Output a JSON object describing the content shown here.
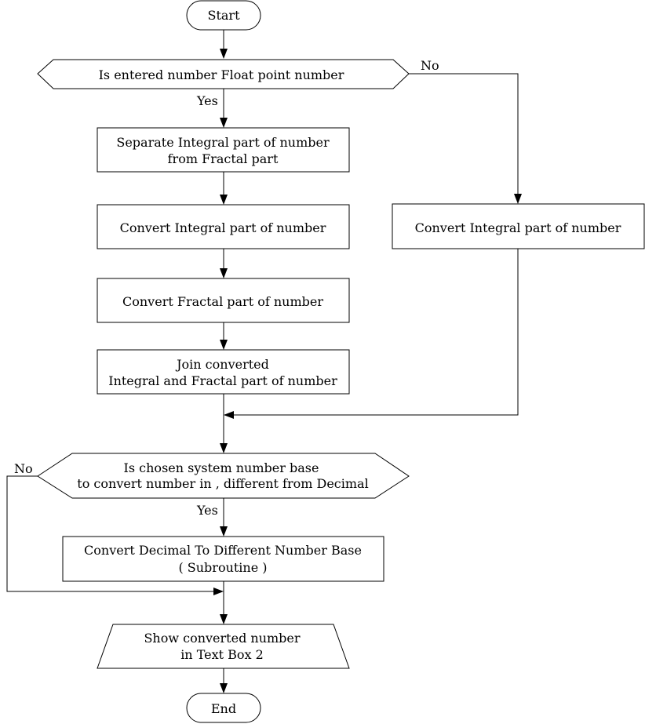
{
  "nodes": {
    "start": {
      "label": "Start"
    },
    "float_check": {
      "label": "Is entered number Float point number"
    },
    "separate": {
      "line1": "Separate Integral part of number",
      "line2": "from Fractal part"
    },
    "convert_integral_left": {
      "label": "Convert Integral part of number"
    },
    "convert_fractal": {
      "label": "Convert Fractal part of number"
    },
    "join": {
      "line1": "Join converted",
      "line2": "Integral and Fractal part of number"
    },
    "convert_integral_right": {
      "label": "Convert Integral part of number"
    },
    "base_check": {
      "line1": "Is chosen system number base",
      "line2": "to convert number in ,  different from Decimal"
    },
    "convert_decimal": {
      "line1": "Convert Decimal To Different Number Base",
      "line2": "( Subroutine )"
    },
    "show": {
      "line1": "Show converted number",
      "line2": "in Text Box 2"
    },
    "end": {
      "label": "End"
    }
  },
  "edges": {
    "float_yes": "Yes",
    "float_no": "No",
    "base_yes": "Yes",
    "base_no": "No"
  }
}
